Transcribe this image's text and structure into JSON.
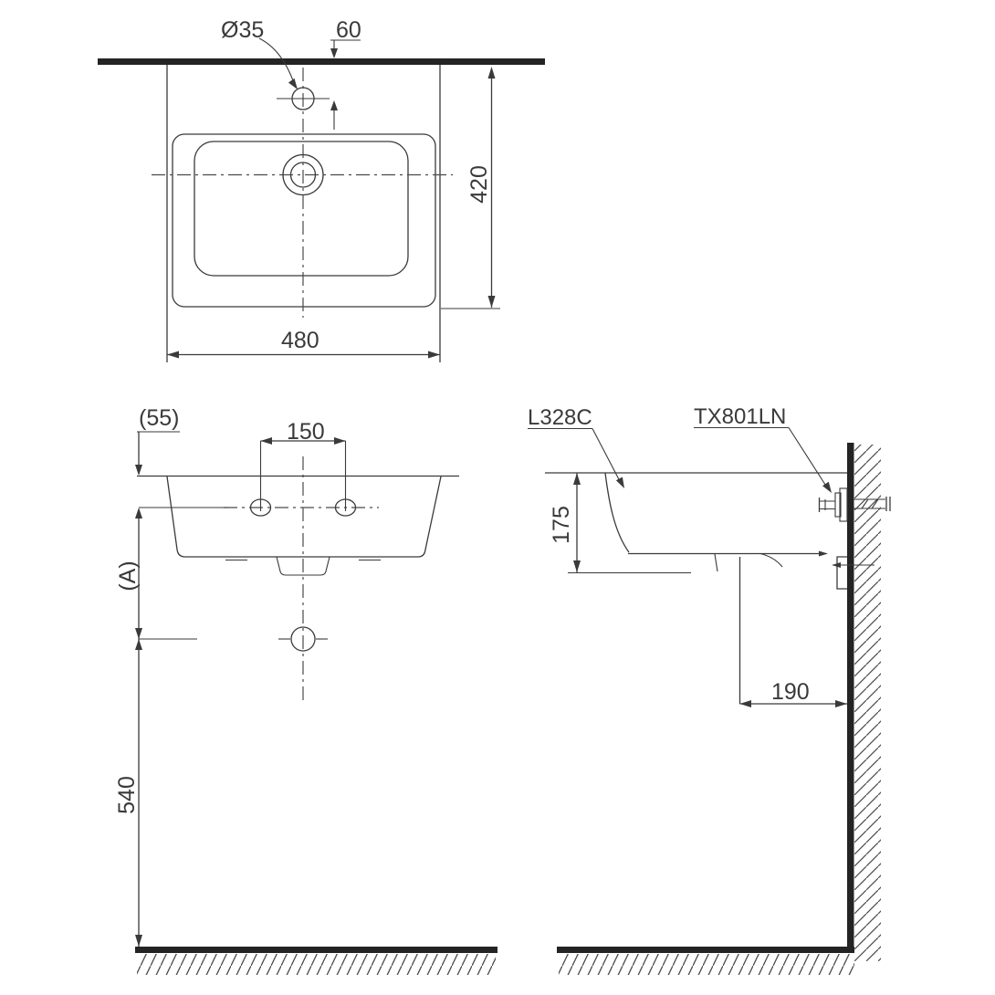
{
  "colors": {
    "line_color": "#3a3a3a",
    "heavy_color": "#242424",
    "background": "#ffffff"
  },
  "top_view": {
    "faucet_hole_diameter": "Ø35",
    "faucet_center_to_wall": "60",
    "basin_depth": "420",
    "basin_width": "480"
  },
  "front_view": {
    "rim_to_hanger_holes": "(55)",
    "hanger_hole_spacing": "150",
    "holes_to_outlet_center": "(A)",
    "outlet_center_to_floor": "540"
  },
  "side_view": {
    "basin_model_label": "L328C",
    "stop_valve_label": "TX801LN",
    "rim_to_underside": "175",
    "outlet_center_to_wall": "190"
  }
}
